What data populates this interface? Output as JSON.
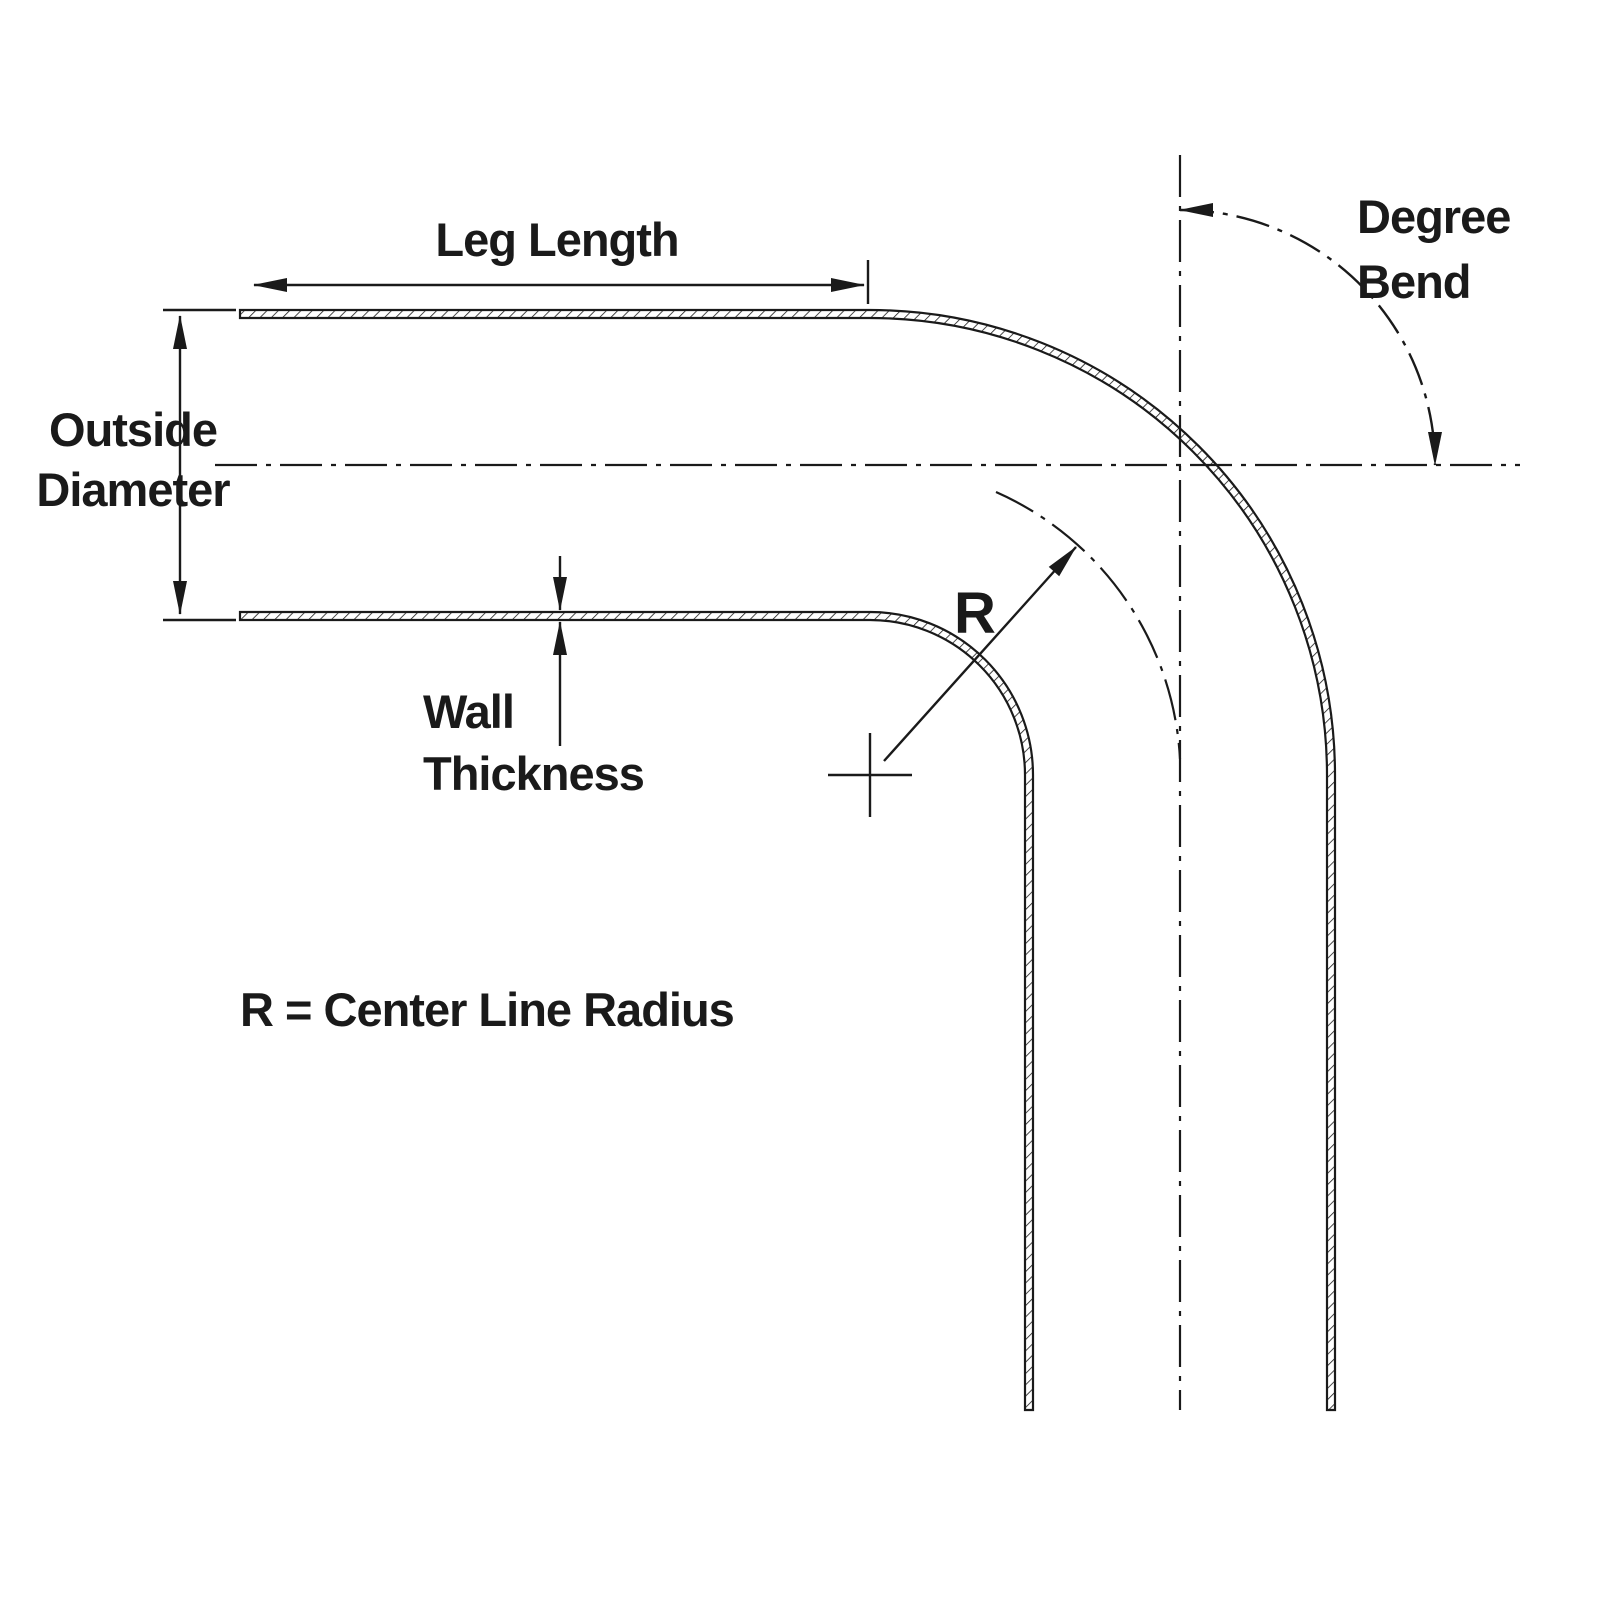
{
  "colors": {
    "line": "#1a1a1a",
    "background": "#ffffff"
  },
  "labels": {
    "leg_length": "Leg Length",
    "outside_diameter_line1": "Outside",
    "outside_diameter_line2": "Diameter",
    "wall_thickness_line1": "Wall",
    "wall_thickness_line2": "Thickness",
    "degree_bend_line1": "Degree",
    "degree_bend_line2": "Bend",
    "radius_symbol": "R",
    "radius_legend": "R = Center Line Radius"
  }
}
